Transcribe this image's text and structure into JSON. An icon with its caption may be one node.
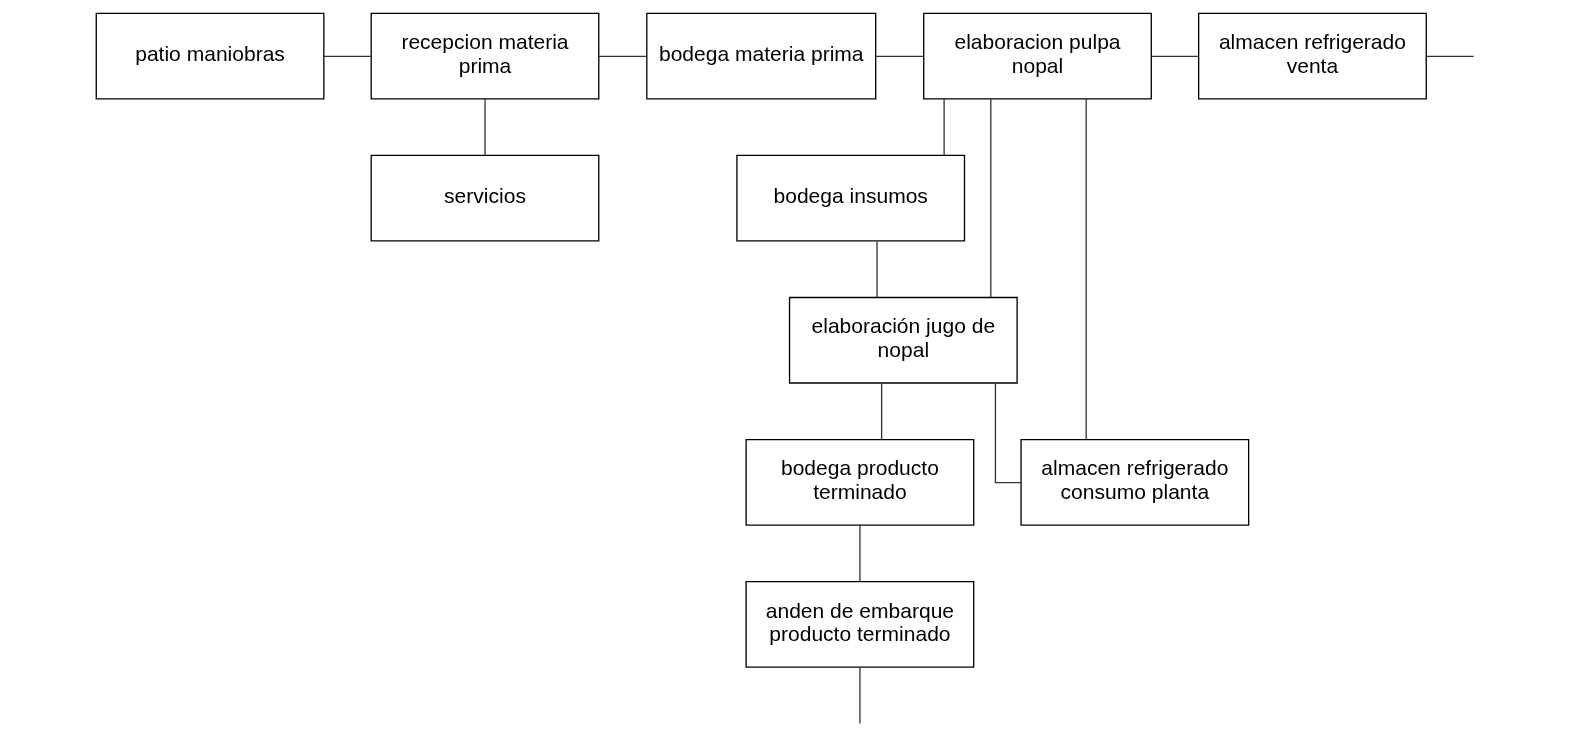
{
  "diagram": {
    "nodes": [
      {
        "text": [
          "patio maniobras"
        ]
      },
      {
        "text": [
          "recepcion materia prima"
        ]
      },
      {
        "text": [
          "bodega materia prima"
        ]
      },
      {
        "text": [
          "elaboracion pulpa nopal"
        ]
      },
      {
        "text": [
          "almacen refrigerado venta"
        ]
      },
      {
        "text": [
          "servicios"
        ]
      },
      {
        "text": [
          "bodega insumos"
        ]
      },
      {
        "text": [
          "elaboración jugo de nopal"
        ]
      },
      {
        "text": [
          "almacen refrigerado consumo planta"
        ]
      },
      {
        "text": [
          "bodega producto terminado"
        ]
      },
      {
        "text": [
          "anden de embarque producto terminado"
        ]
      }
    ],
    "edges": [
      {
        "from": 0,
        "to": 1,
        "arrow": "none"
      },
      {
        "from": 1,
        "to": 2,
        "arrow": "none"
      },
      {
        "from": 2,
        "to": 3,
        "arrow": "none"
      },
      {
        "from": 3,
        "to": 4,
        "arrow": "none"
      },
      {
        "from": 4,
        "to": null,
        "arrow": "none"
      },
      {
        "from": 1,
        "to": 5,
        "arrow": "none"
      },
      {
        "from": 3,
        "to": 6,
        "arrow": "none"
      },
      {
        "from": 3,
        "to": 7,
        "arrow": "none"
      },
      {
        "from": 3,
        "to": 8,
        "arrow": "none"
      },
      {
        "from": 6,
        "to": 7,
        "arrow": "none"
      },
      {
        "from": 7,
        "to": 8,
        "arrow": "none"
      },
      {
        "from": 7,
        "to": 9,
        "arrow": "none"
      },
      {
        "from": 9,
        "to": 10,
        "arrow": "none"
      },
      {
        "from": 10,
        "to": null,
        "arrow": "none"
      }
    ]
  }
}
